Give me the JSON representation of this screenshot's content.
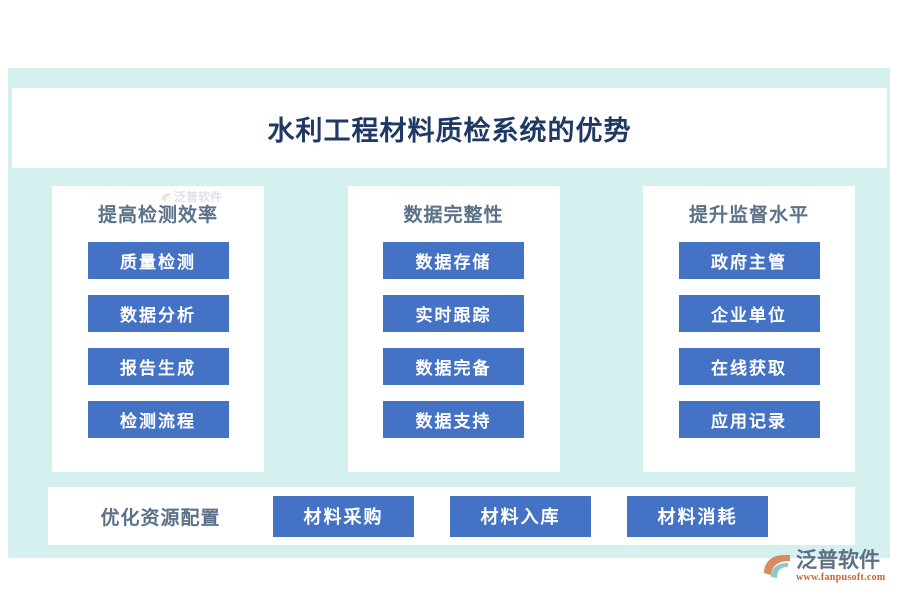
{
  "colors": {
    "panel_teal": "#d4f1ef",
    "card_white": "#ffffff",
    "chip_blue": "#4472c4",
    "title_navy": "#1f3864",
    "heading_slate": "#5b7189",
    "brand_orange": "#c9643a",
    "brand_teal": "#7fc6c2"
  },
  "header": {
    "title": "水利工程材料质检系统的优势"
  },
  "columns": [
    {
      "title": "提高检测效率",
      "watermark": "泛普软件",
      "items": [
        "质量检测",
        "数据分析",
        "报告生成",
        "检测流程"
      ]
    },
    {
      "title": "数据完整性",
      "items": [
        "数据存储",
        "实时跟踪",
        "数据完备",
        "数据支持"
      ]
    },
    {
      "title": "提升监督水平",
      "items": [
        "政府主管",
        "企业单位",
        "在线获取",
        "应用记录"
      ]
    }
  ],
  "bottom_bar": {
    "label": "优化资源配置",
    "items": [
      "材料采购",
      "材料入库",
      "材料消耗"
    ]
  },
  "brand": {
    "name": "泛普软件",
    "url": "www.fanpusoft.com"
  }
}
